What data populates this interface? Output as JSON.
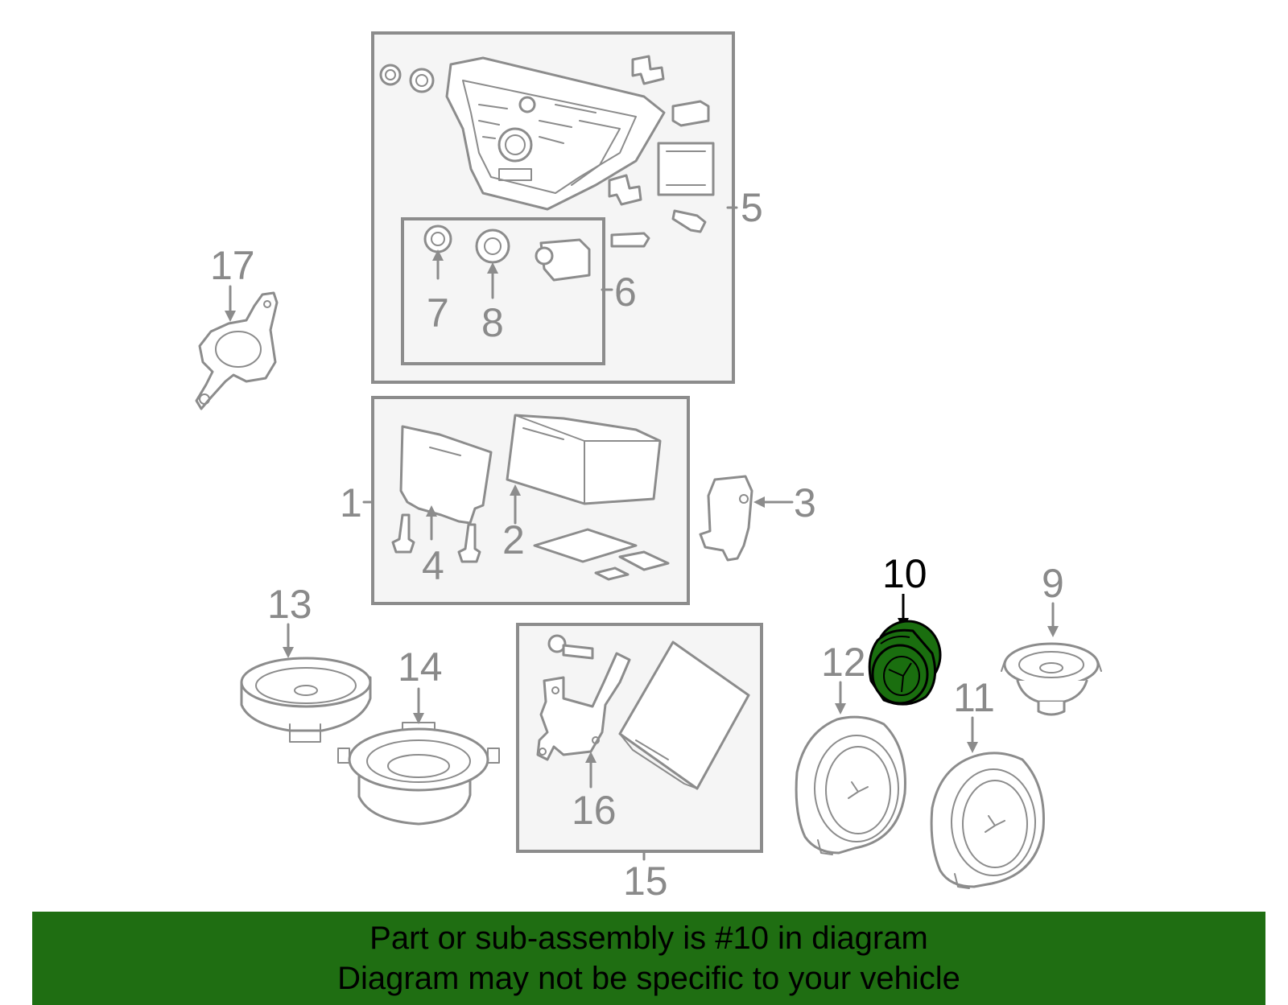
{
  "diagram": {
    "highlighted_part": "10",
    "highlight_color": "#1a6e0f",
    "banner_color": "#1f6e12",
    "callouts": {
      "c1": "1",
      "c2": "2",
      "c3": "3",
      "c4": "4",
      "c5": "5",
      "c6": "6",
      "c7": "7",
      "c8": "8",
      "c9": "9",
      "c10": "10",
      "c11": "11",
      "c12": "12",
      "c13": "13",
      "c14": "14",
      "c15": "15",
      "c16": "16",
      "c17": "17"
    }
  },
  "banner": {
    "line1": "Part or sub-assembly is #10 in diagram",
    "line2": "Diagram may not be specific to your vehicle"
  }
}
